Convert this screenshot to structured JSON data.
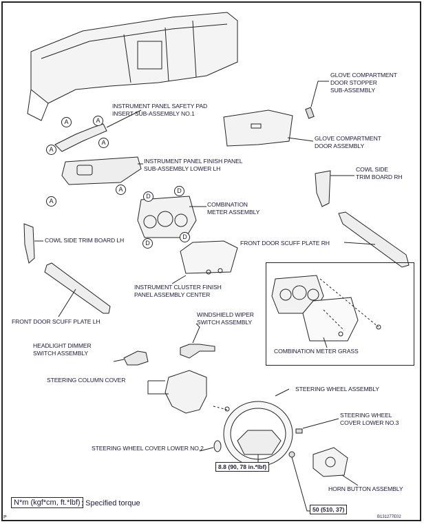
{
  "labels": {
    "safety_pad": [
      "INSTRUMENT PANEL SAFETY PAD",
      "INSERT SUB-ASSEMBLY NO.1"
    ],
    "glove_stopper": [
      "GLOVE COMPARTMENT",
      "DOOR STOPPER",
      "SUB-ASSEMBLY"
    ],
    "glove_door": [
      "GLOVE COMPARTMENT",
      "DOOR ASSEMBLY"
    ],
    "finish_panel_lower": [
      "INSTRUMENT PANEL FINISH PANEL",
      "SUB-ASSEMBLY LOWER LH"
    ],
    "cowl_rh": [
      "COWL SIDE",
      "TRIM BOARD RH"
    ],
    "combination_meter": [
      "COMBINATION",
      "METER ASSEMBLY"
    ],
    "cowl_lh": [
      "COWL SIDE TRIM BOARD LH"
    ],
    "scuff_rh": [
      "FRONT DOOR SCUFF PLATE RH"
    ],
    "cluster_finish": [
      "INSTRUMENT CLUSTER FINISH",
      "PANEL ASSEMBLY CENTER"
    ],
    "scuff_lh": [
      "FRONT DOOR SCUFF PLATE LH"
    ],
    "wiper_switch": [
      "WINDSHIELD WIPER",
      "SWITCH ASSEMBLY"
    ],
    "dimmer_switch": [
      "HEADLIGHT DIMMER",
      "SWITCH ASSEMBLY"
    ],
    "meter_glass": [
      "COMBINATION METER GRASS"
    ],
    "column_cover": [
      "STEERING COLUMN COVER"
    ],
    "steering_wheel": [
      "STEERING WHEEL ASSEMBLY"
    ],
    "cover_lower_3": [
      "STEERING WHEEL",
      "COVER LOWER NO.3"
    ],
    "cover_lower_2": [
      "STEERING WHEEL COVER LOWER NO.2"
    ],
    "horn_button": [
      "HORN BUTTON ASSEMBLY"
    ]
  },
  "callouts": {
    "a": "A",
    "d": "D"
  },
  "torques": {
    "wheel_screw": "8.8 (90, 78 in.*lbf)",
    "wheel_nut": "50 (510, 37)"
  },
  "legend": {
    "unit": "N*m (kgf*cm, ft.*lbf)",
    "meaning": ": Specified torque"
  },
  "footer": {
    "left_mark": "P",
    "figure_id": "B131277E02"
  }
}
